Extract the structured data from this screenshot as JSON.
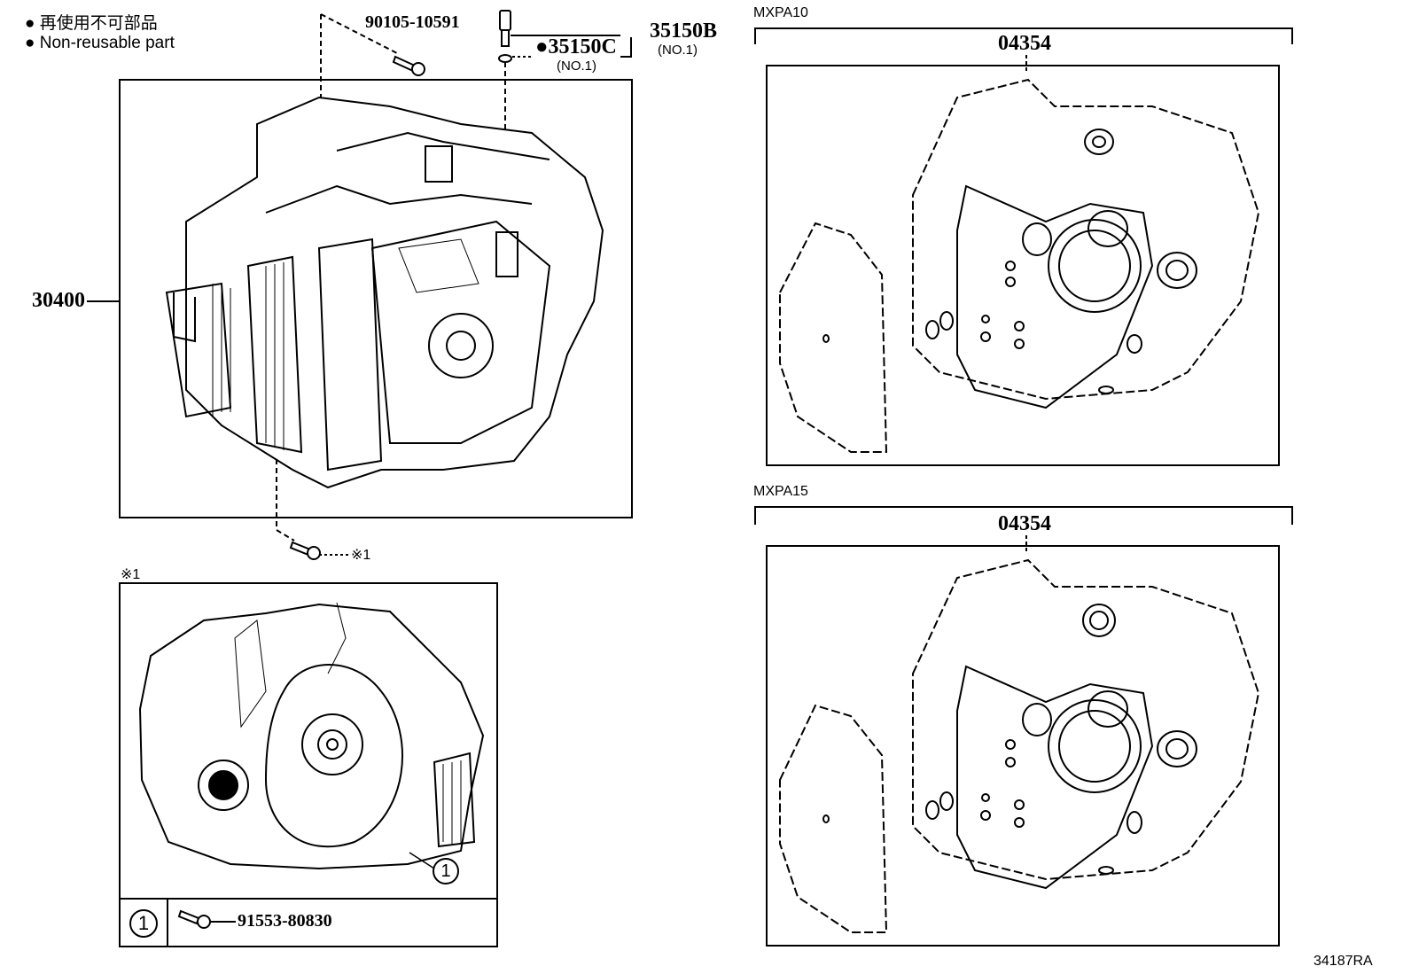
{
  "legend": {
    "jp": "再使用不可部品",
    "en": "Non-reusable part"
  },
  "parts": {
    "bolt_top": "90105-10591",
    "sensor": "35150B",
    "sensor_sub": "(NO.1)",
    "oring": "35150C",
    "oring_sub": "(NO.1)",
    "transaxle": "30400",
    "bolt_ref": "※1",
    "detail_ref": "※1",
    "callout_num": "1",
    "bolt_bottom": "91553-80830"
  },
  "gasket_panels": [
    {
      "model": "MXPA10",
      "kit": "04354"
    },
    {
      "model": "MXPA15",
      "kit": "04354"
    }
  ],
  "diagram_id": "34187RA"
}
